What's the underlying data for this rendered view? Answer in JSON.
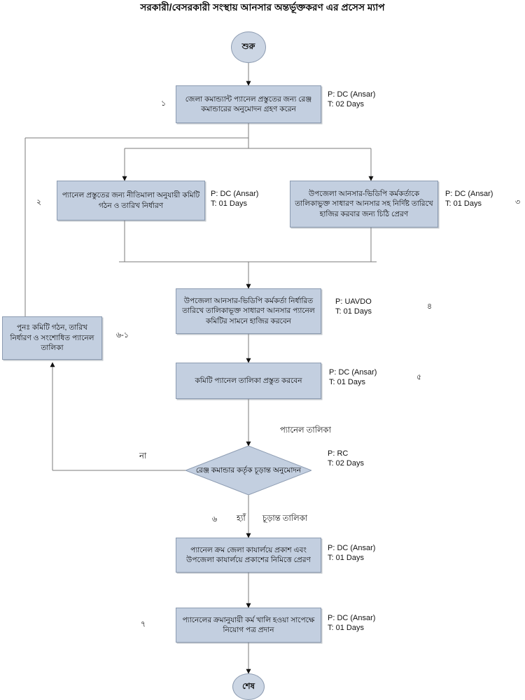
{
  "title": "সরকারী/বেসরকারী সংস্থায় আনসার অন্তর্ভূক্তকরণ এর প্রসেস ম্যাপ",
  "colors": {
    "node_fill": "#c3cfe0",
    "node_border": "#8c9bb1",
    "line": "#7b7b7b",
    "text": "#0d0d0d"
  },
  "nodes": {
    "start": {
      "label": "শুরু"
    },
    "end": {
      "label": "শেষ"
    },
    "step1": {
      "text": "জেলা কমান্ড্যান্ট প্যানেল প্রস্তুতের জন্য রেঞ্জ কমান্ডারের অনুমোদন গ্রহণ করেন",
      "performer": "P: DC (Ansar)",
      "time": "T: 02 Days",
      "number": "১"
    },
    "step2": {
      "text": "প্যানেল প্রস্তুতের জন্য নীতিমালা অনুযায়ী কমিটি গঠন ও তারিখ নির্ধারণ",
      "performer": "P: DC (Ansar)",
      "time": "T: 01 Days",
      "number": "২"
    },
    "step3": {
      "text": "উপজেলা আনসার-ভিডিপি কর্মকর্তাকে তালিকাভুক্ত সাধারণ আনসার সহ নির্দিষ্ট তারিখে হাজির করবার জন্য চিঠি প্রেরণ",
      "performer": "P: DC (Ansar)",
      "time": "T: 01 Days",
      "number": "৩"
    },
    "step4": {
      "text": "উপজেলা আনসার-ভিডিপি কর্মকর্তা নির্ধারিত তারিখে তালিকাভূক্ত সাধারণ আনসার প্যানেল কমিটির সামনে হাজির করবেন",
      "performer": "P: UAVDO",
      "time": "T: 01 Days",
      "number": "৪"
    },
    "step5": {
      "text": "কমিটি প্যানেল তালিকা প্রস্তুত করবেন",
      "performer": "P: DC (Ansar)",
      "time": "T: 01 Days",
      "number": "৫"
    },
    "decision": {
      "text": "রেঞ্জ কমান্ডার কর্তৃক চূড়ান্ত অনুমোদন",
      "performer": "P: RC",
      "time": "T: 02 Days",
      "number": "৬",
      "input_label": "প্যানেল তালিকা",
      "yes_label": "হ্যাঁ",
      "no_label": "না",
      "yes_output_label": "চূড়ান্ত তালিকা"
    },
    "rework": {
      "text": "পুনঃ  কমিটি গঠন, তারিখ নির্ধারণ ও সংশোধিত প্যানেল তালিকা",
      "number": "৬-১"
    },
    "step6": {
      "text": "প্যানেল ক্রম জেলা কাযার্লয়ে প্রকাশ এবং উপজেলা কাযার্লয়ে প্রকাশের নিমিত্তে প্রেরণ",
      "performer": "P: DC (Ansar)",
      "time": "T: 01 Days"
    },
    "step7": {
      "text": "প্যানেলের ক্রমানুযায়ী কর্ম খালি হওয়া সাপেক্ষে নিয়োগ পত্র প্রদান",
      "performer": "P: DC (Ansar)",
      "time": "T: 01 Days",
      "number": "৭"
    }
  }
}
